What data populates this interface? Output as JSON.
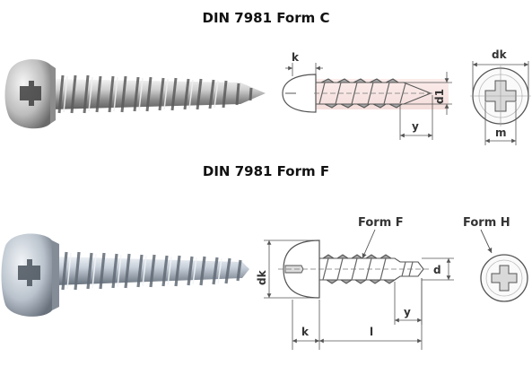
{
  "sections": {
    "form_c": {
      "title": "DIN 7981 Form C",
      "dim_labels": {
        "k": "k",
        "d1": "d1",
        "y": "y",
        "dk": "dk",
        "m": "m"
      }
    },
    "form_f": {
      "title": "DIN 7981 Form F",
      "dim_labels": {
        "dk": "dk",
        "k": "k",
        "l": "l",
        "y": "y",
        "d": "d"
      },
      "callout_f": "Form F",
      "callout_h": "Form H"
    }
  },
  "colors": {
    "line": "#555555",
    "metal_light": "#e6e6e6",
    "metal_dark": "#7d7d7d",
    "thread": "#9a9a9a"
  }
}
